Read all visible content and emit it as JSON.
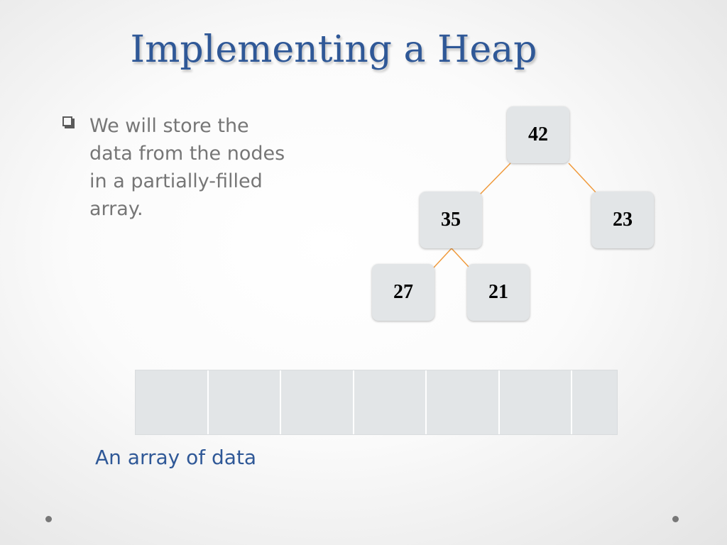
{
  "slide": {
    "title": "Implementing a Heap",
    "bullet": "We will store the data from the nodes in a partially-filled array.",
    "caption": "An array of data"
  },
  "tree": {
    "nodes": [
      {
        "id": "root",
        "value": "42"
      },
      {
        "id": "left",
        "value": "35"
      },
      {
        "id": "right",
        "value": "23"
      },
      {
        "id": "left-left",
        "value": "27"
      },
      {
        "id": "left-right",
        "value": "21"
      }
    ]
  },
  "array": {
    "cell_count": 7
  },
  "colors": {
    "title": "#2f5897",
    "edge": "#f09a3c",
    "node_fill": "#e2e5e7"
  }
}
